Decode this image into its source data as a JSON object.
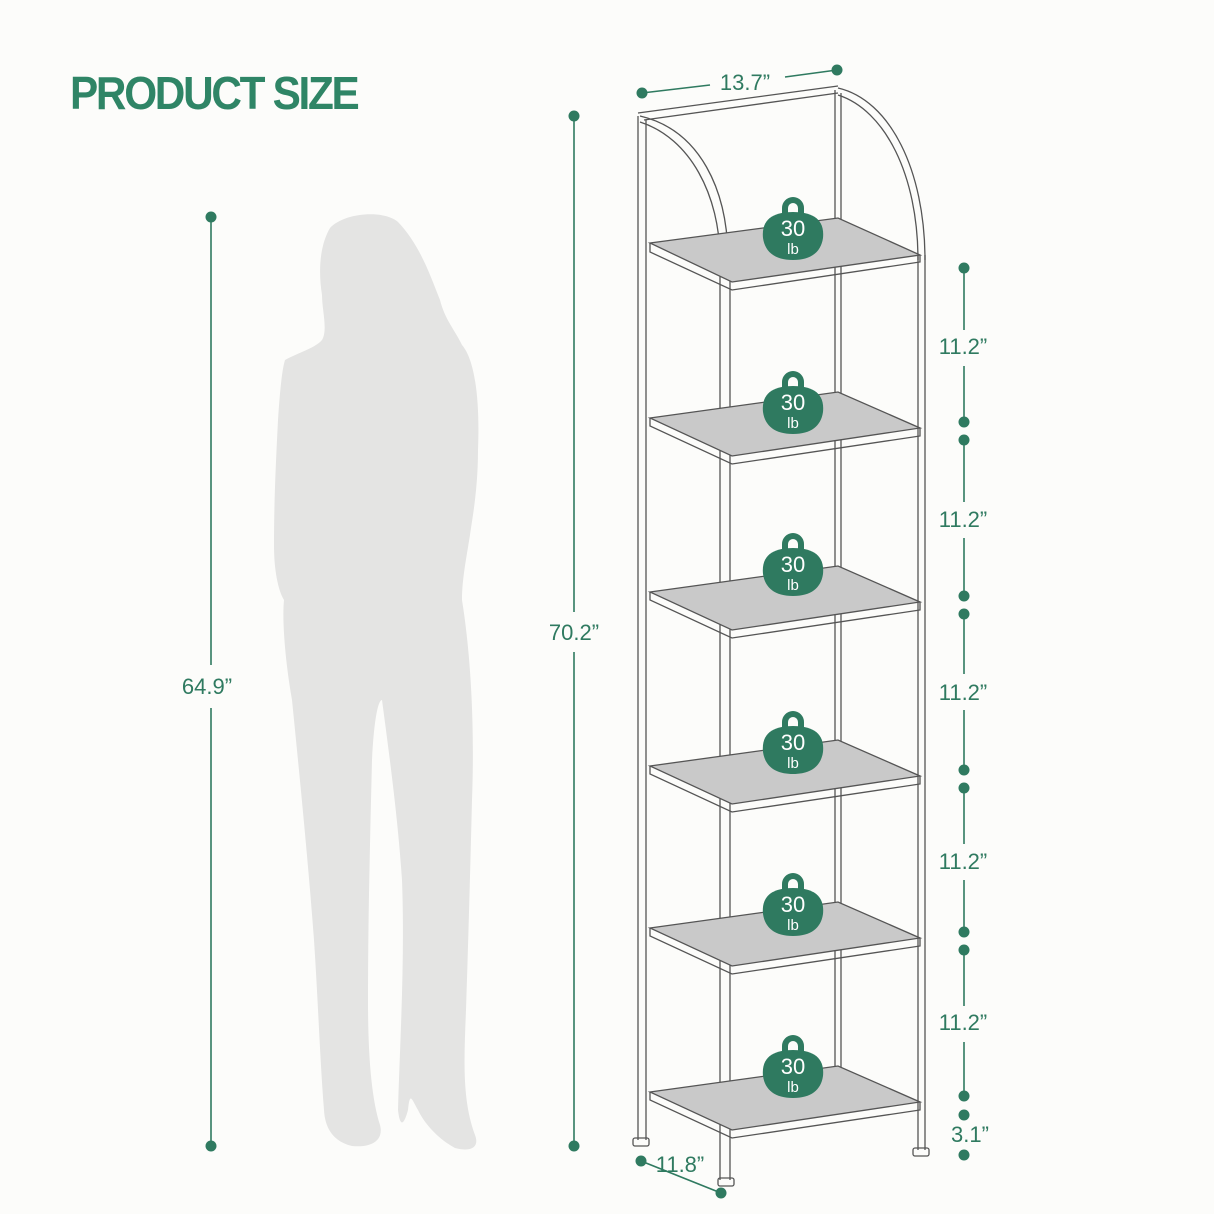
{
  "title": "PRODUCT SIZE",
  "colors": {
    "accent": "#2f8566",
    "dimension": "#2f7a60",
    "silhouette": "#e4e4e3",
    "frame": "#555555",
    "shelf_panel": "#c9c9c9",
    "background": "#fcfcfa"
  },
  "dimensions": {
    "person_height": "64.9”",
    "total_height": "70.2”",
    "width": "13.7”",
    "depth": "11.8”",
    "shelf_spacing": [
      "11.2”",
      "11.2”",
      "11.2”",
      "11.2”",
      "11.2”"
    ],
    "bottom_clearance": "3.1”"
  },
  "shelves": [
    {
      "load": "30",
      "unit": "lb"
    },
    {
      "load": "30",
      "unit": "lb"
    },
    {
      "load": "30",
      "unit": "lb"
    },
    {
      "load": "30",
      "unit": "lb"
    },
    {
      "load": "30",
      "unit": "lb"
    },
    {
      "load": "30",
      "unit": "lb"
    }
  ]
}
